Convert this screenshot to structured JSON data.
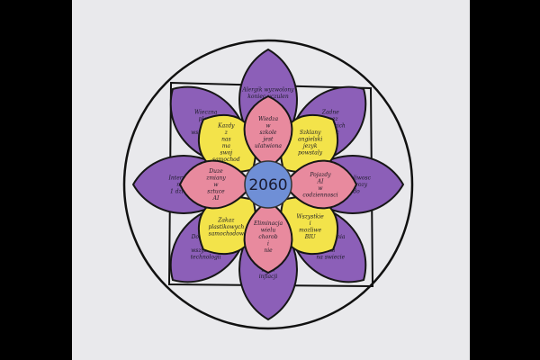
{
  "center": {
    "label": "2060"
  },
  "colors": {
    "paper": "#e9e9ec",
    "outer_petal": "#8c5fb8",
    "outer_petal_light": "#b08ad4",
    "mid_petal": "#f3e34a",
    "inner_petal": "#e88a9e",
    "core": "#6f8fd6",
    "ink": "#1a1a26"
  },
  "outer_petals": [
    {
      "lines": [
        "Alergik wyzwolony",
        "koniec uczulen",
        "z ogona"
      ]
    },
    {
      "lines": [
        "Zadne",
        "przez",
        "wszystkich",
        "sluzyc"
      ]
    },
    {
      "lines": [
        "Mozliwosc",
        "podrozy",
        "do"
      ]
    },
    {
      "lines": [
        "ulepszenia",
        "w",
        "wsi",
        "na swiecie"
      ]
    },
    {
      "lines": [
        "Brak",
        "inflacji"
      ]
    },
    {
      "lines": [
        "Dominacja",
        "w",
        "wszystkich",
        "technologii"
      ]
    },
    {
      "lines": [
        "Internet",
        "na",
        "1 dzien"
      ]
    },
    {
      "lines": [
        "Wieczna",
        "plaza",
        "dla",
        "wszystkich"
      ]
    }
  ],
  "mid_petals": [
    {
      "lines": [
        "Szklany",
        "angielski",
        "jezyk",
        "powstaly"
      ]
    },
    {
      "lines": [
        "Wszystkie",
        "i",
        "mozliwe",
        "BIU"
      ]
    },
    {
      "lines": [
        "Zakaz",
        "plastikowych",
        "samochodow"
      ]
    },
    {
      "lines": [
        "Kazdy",
        "z",
        "nas",
        "ma",
        "swoj",
        "samochod"
      ]
    }
  ],
  "inner_petals": [
    {
      "lines": [
        "Wiedza",
        "w",
        "szkole",
        "jest",
        "ulatwiona"
      ]
    },
    {
      "lines": [
        "Pojazdy",
        "AI",
        "w",
        "codziennosci"
      ]
    },
    {
      "lines": [
        "Eliminacja",
        "wielu",
        "chorob",
        "i",
        "nie"
      ]
    },
    {
      "lines": [
        "Duze",
        "zmiany",
        "w",
        "sztuce",
        "AI"
      ]
    }
  ]
}
